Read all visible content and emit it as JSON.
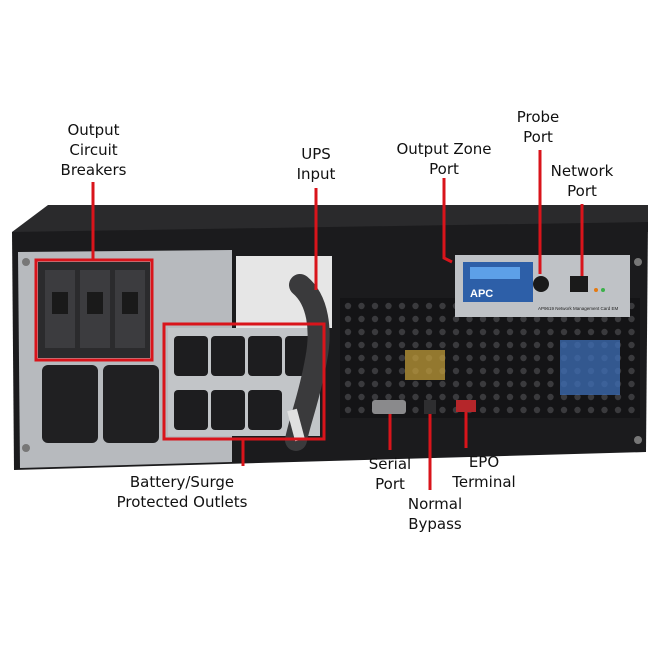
{
  "colors": {
    "callout": "#d9141b",
    "chassis_dark": "#1c1c1e",
    "panel_gray": "#b9bcc0",
    "card_blue": "#2d5fa8"
  },
  "labels": {
    "output_circuit_breakers": "Output\nCircuit\nBreakers",
    "ups_input": "UPS\nInput",
    "output_zone_port": "Output Zone\nPort",
    "probe_port": "Probe\nPort",
    "network_port": "Network\nPort",
    "battery_surge_outlets": "Battery/Surge\nProtected Outlets",
    "serial_port": "Serial\nPort",
    "epo_terminal": "EPO\nTerminal",
    "normal_bypass": "Normal\nBypass"
  },
  "device": {
    "brand": "APC",
    "card_text": "AP9619 Network Management Card EM"
  }
}
